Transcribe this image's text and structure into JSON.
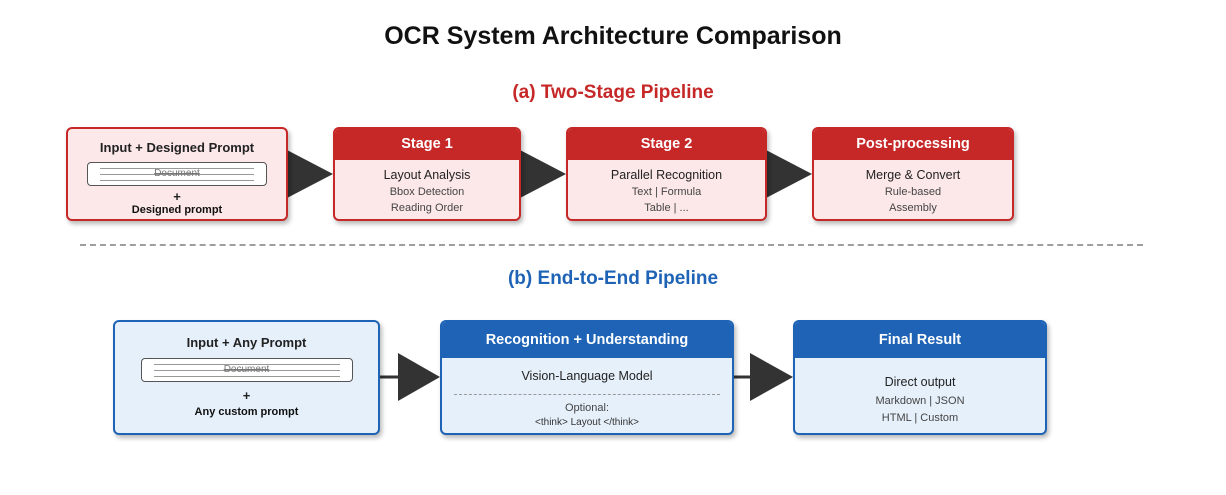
{
  "title": "OCR System Architecture Comparison",
  "colors": {
    "red": "#c62828",
    "blue": "#1e63b5",
    "red_fill": "#fde8e9",
    "blue_fill": "#e6f0fa"
  },
  "section_a": {
    "title": "(a) Two-Stage Pipeline",
    "input": {
      "title": "Input + Designed Prompt",
      "doc_label": "Document",
      "plus": "+",
      "prompt_label": "Designed prompt"
    },
    "stage1": {
      "head": "Stage 1",
      "main": "Layout Analysis",
      "sub1": "Bbox Detection",
      "sub2": "Reading Order"
    },
    "stage2": {
      "head": "Stage 2",
      "main": "Parallel Recognition",
      "sub1": "Text | Formula",
      "sub2": "Table | ..."
    },
    "post": {
      "head": "Post-processing",
      "main": "Merge & Convert",
      "sub1": "Rule-based",
      "sub2": "Assembly"
    }
  },
  "section_b": {
    "title": "(b) End-to-End Pipeline",
    "input": {
      "title": "Input + Any Prompt",
      "doc_label": "Document",
      "plus": "+",
      "prompt_label": "Any custom prompt"
    },
    "recognition": {
      "head": "Recognition + Understanding",
      "main": "Vision-Language Model",
      "optional": "Optional:",
      "think": "<think> Layout </think>"
    },
    "final": {
      "head": "Final Result",
      "main": "Direct output",
      "sub1": "Markdown | JSON",
      "sub2": "HTML | Custom"
    }
  }
}
